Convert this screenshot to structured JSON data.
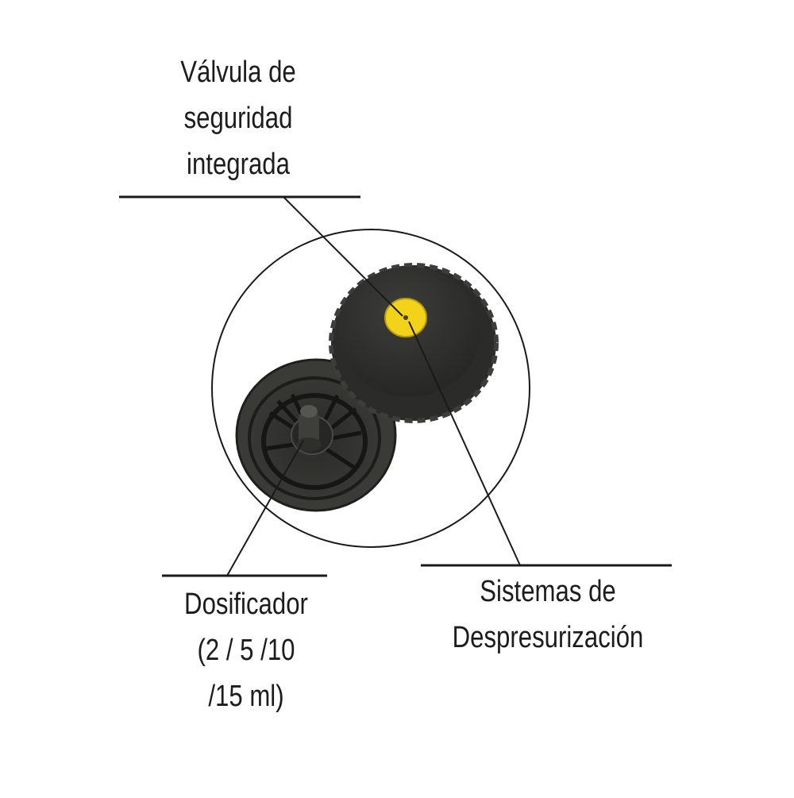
{
  "labels": {
    "valve": [
      "Válvula de",
      "seguridad",
      "integrada"
    ],
    "dosifier": [
      "Dosificador",
      "(2 / 5 /10",
      "/15 ml)"
    ],
    "depressurization": [
      "Sistemas de",
      "Despresurización"
    ]
  },
  "colors": {
    "background": "#ffffff",
    "line": "#1a1a1a",
    "cap_body": "#2f302c",
    "cap_inner": "#1e1e1c",
    "valve_yellow": "#f3d21a",
    "text": "#1c1c1c"
  },
  "icons": {
    "cap_top": "bottle-cap-top-icon",
    "cap_bottom": "bottle-cap-underside-icon",
    "valve": "safety-valve-icon"
  }
}
